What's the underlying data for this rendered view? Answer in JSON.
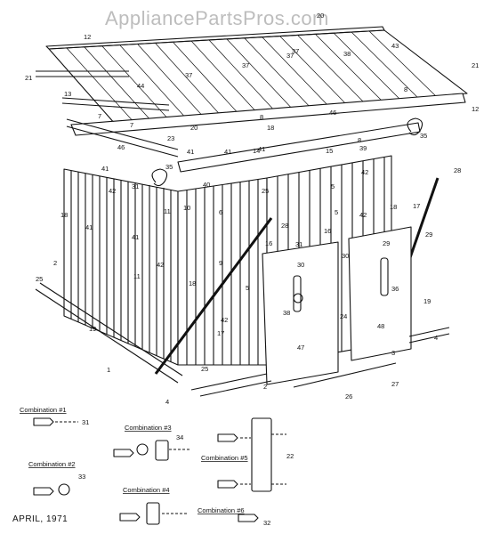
{
  "watermark": "AppliancePartsPros.com",
  "date": "APRIL, 1971",
  "combinations": [
    {
      "label": "Combination #1",
      "part": "31"
    },
    {
      "label": "Combination #2",
      "part": "33"
    },
    {
      "label": "Combination #3",
      "part": "34"
    },
    {
      "label": "Combination #4",
      "part": ""
    },
    {
      "label": "Combination #5",
      "part": "22"
    },
    {
      "label": "Combination #6",
      "part": "32"
    }
  ],
  "callouts": [
    "20",
    "12",
    "43",
    "21",
    "37",
    "37",
    "38",
    "37",
    "21",
    "44",
    "37",
    "8",
    "13",
    "8",
    "46",
    "12",
    "7",
    "7",
    "20",
    "23",
    "18",
    "8",
    "35",
    "39",
    "46",
    "41",
    "41",
    "41",
    "14",
    "15",
    "42",
    "28",
    "35",
    "40",
    "25",
    "5",
    "31",
    "41",
    "42",
    "18",
    "10",
    "6",
    "11",
    "5",
    "42",
    "17",
    "18",
    "41",
    "28",
    "16",
    "29",
    "29",
    "31",
    "41",
    "16",
    "30",
    "9",
    "30",
    "2",
    "42",
    "11",
    "18",
    "36",
    "25",
    "5",
    "38",
    "24",
    "48",
    "19",
    "42",
    "47",
    "19",
    "17",
    "4",
    "3",
    "1",
    "25",
    "27",
    "2",
    "26",
    "4"
  ],
  "icons": {
    "diagram": "storage-shed-exploded-view",
    "hardware": "screw-washer-clip"
  }
}
